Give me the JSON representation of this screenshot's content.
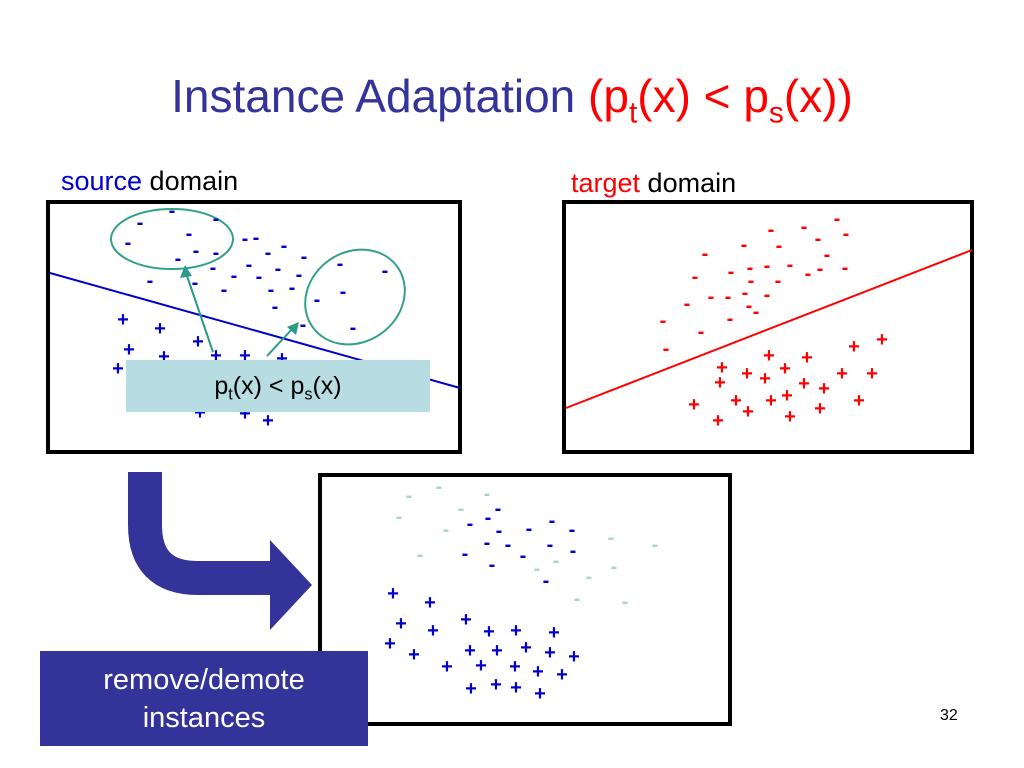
{
  "title": {
    "main": "Instance Adaptation",
    "formula": {
      "open": "(p",
      "sub1": "t",
      "mid": "(x) < p",
      "sub2": "s",
      "close": "(x))"
    }
  },
  "source_label": {
    "highlight": "source",
    "rest": " domain"
  },
  "target_label": {
    "highlight": "target",
    "rest": " domain"
  },
  "ratio_box": {
    "p1": "p",
    "sub1": "t",
    "mid": "(x) < p",
    "sub2": "s",
    "end": "(x)"
  },
  "caption": {
    "line1": "remove/demote",
    "line2": "instances"
  },
  "page_number": "32",
  "colors": {
    "title": "#333399",
    "formula": "#ff0000",
    "source_word": "#0000cc",
    "target_word": "#ff0000",
    "source_points": "#0000cc",
    "target_points": "#ff0000",
    "faded_points": "#a9d4d4",
    "ellipse": "#33a08a",
    "arrow_connector": "#2a9a8a",
    "ratio_box_bg": "#b7dde3",
    "caption_bg": "#333399",
    "big_arrow": "#333399"
  },
  "symbols": {
    "negative": "-",
    "positive": "+"
  }
}
